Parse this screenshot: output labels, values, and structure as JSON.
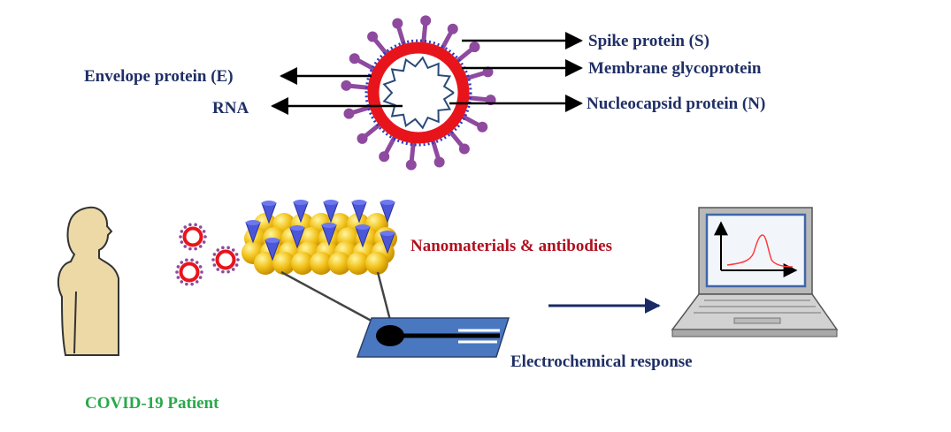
{
  "labels": {
    "spike": "Spike protein (S)",
    "membrane": "Membrane glycoprotein",
    "nucleocapsid": "Nucleocapsid protein (N)",
    "envelope": "Envelope protein (E)",
    "rna": "RNA",
    "nanomaterials": "Nanomaterials & antibodies",
    "electrochemical": "Electrochemical response",
    "patient": "COVID-19 Patient"
  },
  "colors": {
    "label_text": "#1f2f66",
    "nanomaterials_text": "#b01020",
    "patient_text": "#2aa84a",
    "virus_ring": "#e8141c",
    "spike": "#8e4a9e",
    "nanoparticle": "#f2c21a",
    "antibody": "#4b56d8",
    "electrode": "#4a78c0",
    "flow_arrow": "#1a2a66",
    "signal_curve": "#ff3b3b"
  },
  "icons": [
    "virus-icon",
    "patient-silhouette-icon",
    "gold-nanoparticle-icon",
    "antibody-icon",
    "electrode-strip-icon",
    "laptop-icon"
  ]
}
